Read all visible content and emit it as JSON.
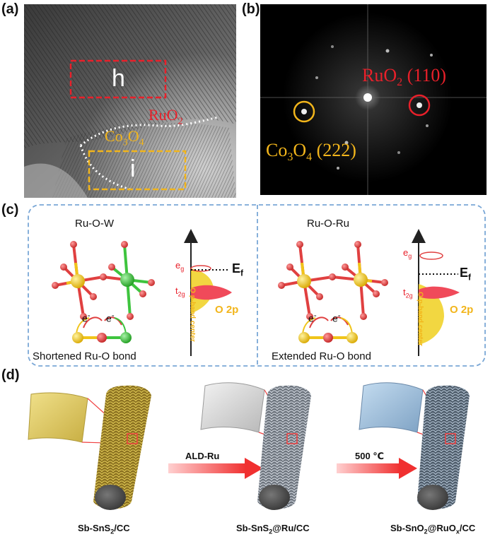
{
  "panels": {
    "a": {
      "label": "(a)",
      "region_h": "h",
      "region_i": "i",
      "phase_ruo2": "RuO",
      "phase_ruo2_sub": "2",
      "phase_co3o4": "Co",
      "phase_co3o4_sub1": "3",
      "phase_co3o4_mid": "O",
      "phase_co3o4_sub2": "4"
    },
    "b": {
      "label": "(b)",
      "ruo2_main": "RuO",
      "ruo2_sub": "2",
      "ruo2_plane": "(110)",
      "co_main": "Co",
      "co_sub1": "3",
      "co_mid": "O",
      "co_sub2": "4",
      "co_plane": "(222)"
    },
    "c": {
      "label": "(c)",
      "left_title": "Ru-O-W",
      "right_title": "Ru-O-Ru",
      "left_caption": "Shortened Ru-O bond",
      "right_caption": "Extended Ru-O bond",
      "electron": "e",
      "electron_sup": "-",
      "eg_main": "e",
      "eg_sub": "g",
      "t2g_main": "t",
      "t2g_sub": "2g",
      "ef_main": "E",
      "ef_sub": "f",
      "band_center_label": "O p-band center",
      "o2p": "O 2p"
    },
    "d": {
      "label": "(d)",
      "step1": "ALD-Ru",
      "step2": "500 ℃",
      "s1_a": "Sb-SnS",
      "s1_sub": "2",
      "s1_b": "/CC",
      "s2_a": "Sb-SnS",
      "s2_sub": "2",
      "s2_b": "@Ru/CC",
      "s3_a": "Sb-SnO",
      "s3_sub": "2",
      "s3_b": "@RuO",
      "s3_sub2": "x",
      "s3_c": "/CC"
    }
  },
  "colors": {
    "red": "#e8202a",
    "orange": "#f2b51b",
    "ru_yellow": "#f0c419",
    "o_red": "#e04040",
    "w_green": "#3ec43e",
    "dash_blue": "#7aa7d6",
    "fiber_gold": "#a58a2a",
    "fiber_gray": "#8e949c",
    "fiber_blue": "#6a7c8e"
  }
}
